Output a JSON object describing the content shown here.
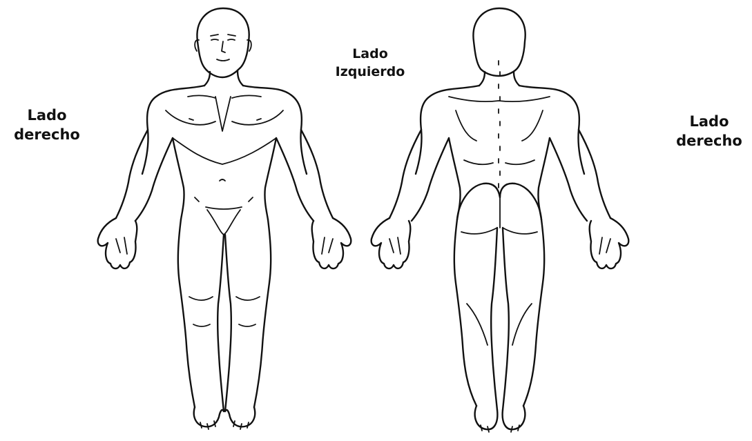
{
  "labels": {
    "front_right": [
      "Lado",
      "derecho"
    ],
    "center_left": [
      "Lado",
      "Izquierdo"
    ],
    "back_right": [
      "Lado",
      "derecho"
    ]
  },
  "colors": {
    "background": "#ffffff",
    "line": "#111111"
  },
  "figures": [
    "front-body-view",
    "back-body-view"
  ]
}
